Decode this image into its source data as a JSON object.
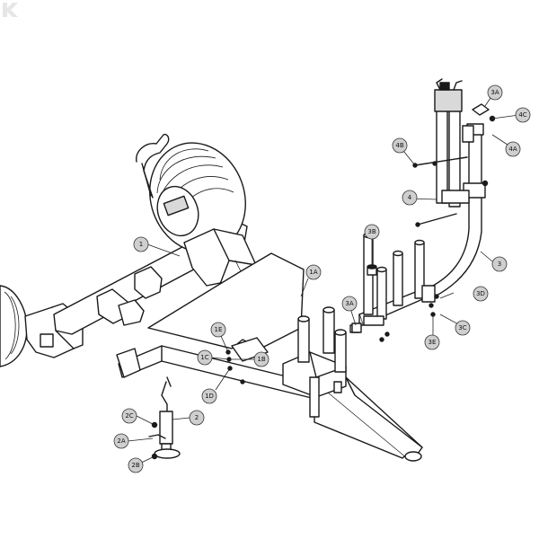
{
  "callouts": [
    "1",
    "1A",
    "1B",
    "1C",
    "1D",
    "1E",
    "2",
    "2A",
    "2B",
    "2C",
    "3",
    "3A",
    "3A",
    "3B",
    "3C",
    "3D",
    "3E",
    "4",
    "4A",
    "4B",
    "4C"
  ],
  "colors": {
    "line": "#1a1a1a",
    "balloon": "#cfcfcf",
    "logo": "#e6e6e6"
  },
  "logo": {
    "icon": "k-logo-icon",
    "letter": "K"
  }
}
